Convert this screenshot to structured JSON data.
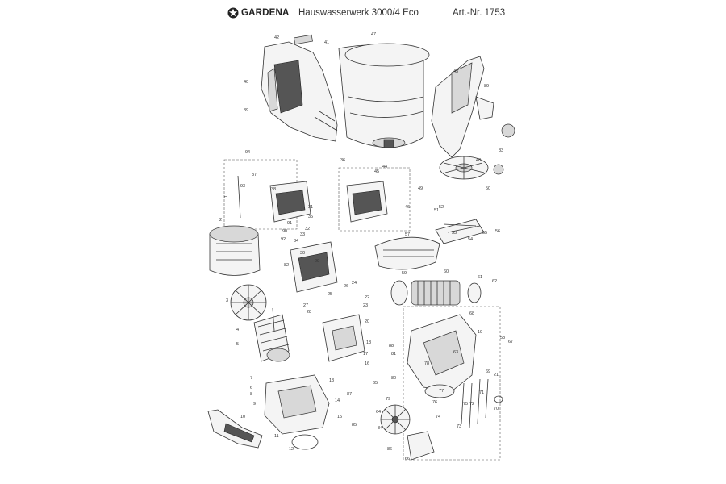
{
  "header": {
    "brand": "GARDENA",
    "product": "Hauswasserwerk 3000/4 Eco",
    "article": "Art.-Nr. 1753"
  },
  "labels": {
    "n1": "1",
    "n2": "2",
    "n3": "3",
    "n4": "4",
    "n5": "5",
    "n6": "6",
    "n7": "7",
    "n8": "8",
    "n9": "9",
    "n10": "10",
    "n11": "11",
    "n12": "12",
    "n13": "13",
    "n14": "14",
    "n15": "15",
    "n16": "16",
    "n17": "17",
    "n18": "18",
    "n19": "19",
    "n20": "20",
    "n21": "21",
    "n22": "22",
    "n23": "23",
    "n24": "24",
    "n25": "25",
    "n26": "26",
    "n27": "27",
    "n28": "28",
    "n29": "29",
    "n30": "30",
    "n31": "31",
    "n32": "32",
    "n33": "33",
    "n34": "34",
    "n35": "35",
    "n36": "36",
    "n37": "37",
    "n38": "38",
    "n39": "39",
    "n40": "40",
    "n41": "41",
    "n42": "42",
    "n43": "43",
    "n44": "44",
    "n45": "45",
    "n46": "46",
    "n47": "47",
    "n48": "48",
    "n49": "49",
    "n50": "50",
    "n51": "51",
    "n52": "52",
    "n53": "53",
    "n54": "54",
    "n55": "55",
    "n56": "56",
    "n57": "57",
    "n58": "58",
    "n59": "59",
    "n60": "60",
    "n61": "61",
    "n62": "62",
    "n63": "63",
    "n64": "64",
    "n65": "65",
    "n66": "66",
    "n67": "67",
    "n68": "68",
    "n69": "69",
    "n70": "70",
    "n71": "71",
    "n72": "72",
    "n73": "73",
    "n74": "74",
    "n75": "75",
    "n76": "76",
    "n77": "77",
    "n78": "78",
    "n79": "79",
    "n80": "80",
    "n81": "81",
    "n82": "82",
    "n83": "83",
    "n84": "84",
    "n85": "85",
    "n86": "86",
    "n87": "87",
    "n88": "88",
    "n89": "89",
    "n90": "90",
    "n91": "91",
    "n92": "92",
    "n93": "93",
    "n94": "94"
  }
}
